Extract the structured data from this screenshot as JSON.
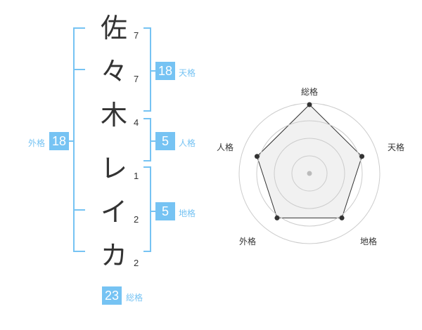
{
  "colors": {
    "accent": "#76c3f3",
    "badge_text": "#ffffff",
    "text": "#333333",
    "radar_fill": "#efefef",
    "radar_line": "#333333",
    "grid": "#cccccc"
  },
  "name": {
    "characters": [
      {
        "char": "佐",
        "strokes": "7"
      },
      {
        "char": "々",
        "strokes": "7"
      },
      {
        "char": "木",
        "strokes": "4"
      },
      {
        "char": "レ",
        "strokes": "1"
      },
      {
        "char": "イ",
        "strokes": "2"
      },
      {
        "char": "カ",
        "strokes": "2"
      }
    ]
  },
  "fortune": {
    "tenkaku": {
      "label": "天格",
      "value": "18"
    },
    "jinkaku": {
      "label": "人格",
      "value": "5"
    },
    "chikaku": {
      "label": "地格",
      "value": "5"
    },
    "gaikaku": {
      "label": "外格",
      "value": "18"
    },
    "soukaku": {
      "label": "総格",
      "value": "23"
    }
  },
  "chart_data": {
    "type": "radar",
    "axes": [
      "総格",
      "天格",
      "地格",
      "外格",
      "人格"
    ],
    "values": [
      1.0,
      0.8,
      0.8,
      0.8,
      0.8
    ],
    "range": [
      0,
      1
    ],
    "rings": 4
  }
}
